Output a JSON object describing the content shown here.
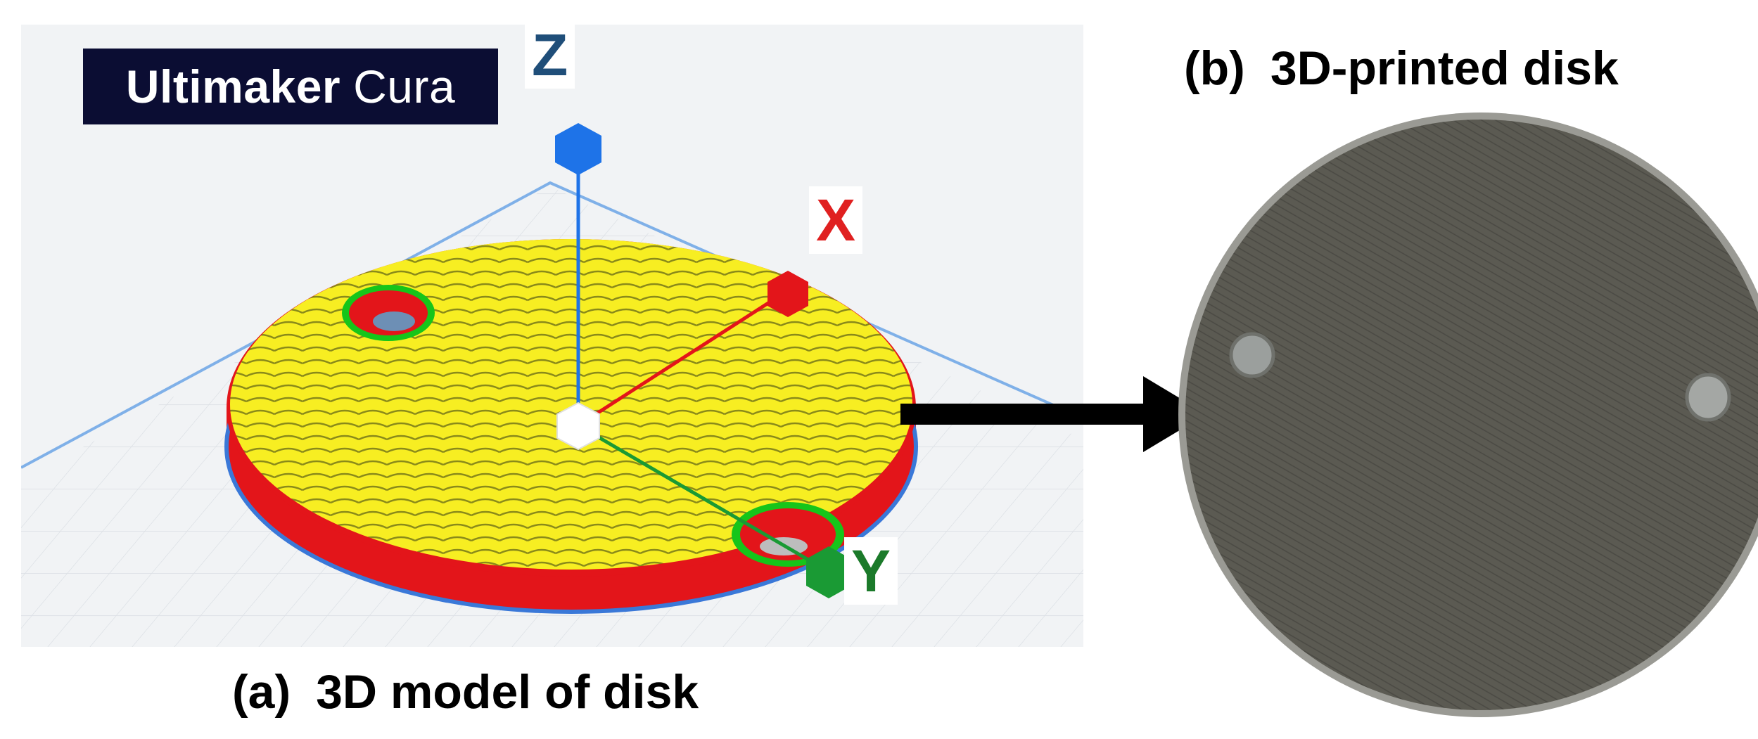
{
  "logo": {
    "brand": "Ultimaker",
    "product": "Cura"
  },
  "axes": {
    "z": "Z",
    "x": "X",
    "y": "Y"
  },
  "captions": {
    "a": {
      "tag": "(a)",
      "text": "3D model of disk"
    },
    "b": {
      "tag": "(b)",
      "text": "3D-printed disk"
    }
  },
  "colors": {
    "infill": "#f7ee22",
    "wall": "#e3151a",
    "shell": "#16c51a",
    "z_axis": "#1e73e8",
    "x_axis": "#e3151a",
    "y_axis": "#1a9a34",
    "printed_disk": "#5b5a52"
  },
  "icons": [
    "z-axis-handle-icon",
    "x-axis-handle-icon",
    "y-axis-handle-icon",
    "origin-handle-icon",
    "arrow-right-icon"
  ]
}
